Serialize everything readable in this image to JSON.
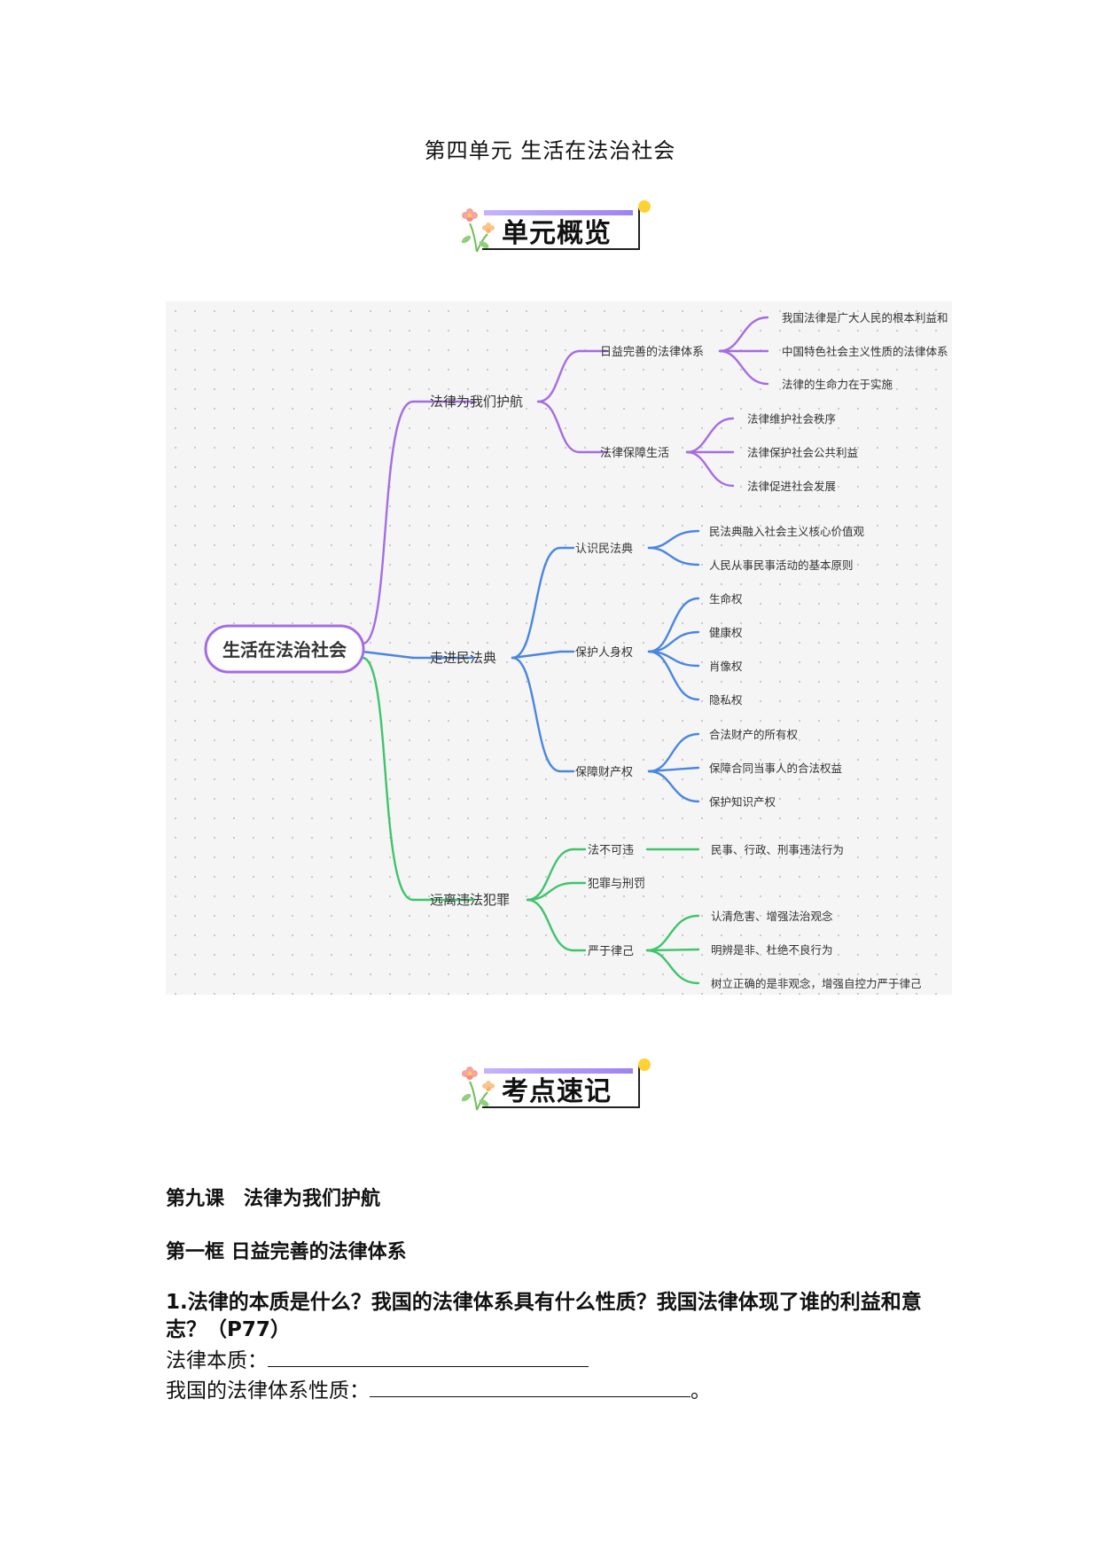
{
  "unit_title": "第四单元  生活在法治社会",
  "badges": {
    "overview": "单元概览",
    "keypoints": "考点速记"
  },
  "colors": {
    "purple": "#a56de2",
    "blue": "#4a86e0",
    "green": "#3ec46d",
    "badge_bar": "#9d82f0",
    "badge_dot": "#ffd233"
  },
  "mindmap": {
    "root": "生活在法治社会",
    "branches": [
      {
        "label": "法律为我们护航",
        "children": [
          {
            "label": "日益完善的法律体系",
            "leaves": [
              "我国法律是广大人民的根本利益和",
              "中国特色社会主义性质的法律体系",
              "法律的生命力在于实施"
            ]
          },
          {
            "label": "法律保障生活",
            "leaves": [
              "法律维护社会秩序",
              "法律保护社会公共利益",
              "法律促进社会发展"
            ]
          }
        ]
      },
      {
        "label": "走进民法典",
        "children": [
          {
            "label": "认识民法典",
            "leaves": [
              "民法典融入社会主义核心价值观",
              "人民从事民事活动的基本原则"
            ]
          },
          {
            "label": "保护人身权",
            "leaves": [
              "生命权",
              "健康权",
              "肖像权",
              "隐私权"
            ]
          },
          {
            "label": "保障财产权",
            "leaves": [
              "合法财产的所有权",
              "保障合同当事人的合法权益",
              "保护知识产权"
            ]
          }
        ]
      },
      {
        "label": "远离违法犯罪",
        "children": [
          {
            "label": "法不可违",
            "leaves": [
              "民事、行政、刑事违法行为"
            ]
          },
          {
            "label": "犯罪与刑罚",
            "leaves": []
          },
          {
            "label": "严于律己",
            "leaves": [
              "认清危害、增强法治观念",
              "明辨是非、杜绝不良行为",
              "树立正确的是非观念，增强自控力严于律己"
            ]
          }
        ]
      }
    ]
  },
  "lesson": {
    "title": "第九课　法律为我们护航",
    "section": "第一框  日益完善的法律体系",
    "question": "1.法律的本质是什么？我国的法律体系具有什么性质？我国法律体现了谁的利益和意志？（P77）",
    "line1_label": "法律本质：",
    "line2_label": "我国的法律体系性质：",
    "line2_end": "。"
  }
}
